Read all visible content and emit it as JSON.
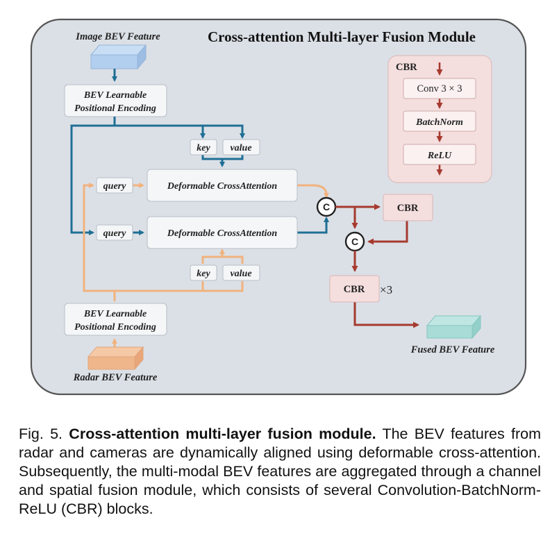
{
  "title": "Cross-attention Multi-layer Fusion Module",
  "image_bev_label": "Image BEV Feature",
  "radar_bev_label": "Radar BEV Feature",
  "fused_bev_label": "Fused BEV Feature",
  "pos_enc_top": [
    "BEV Learnable",
    "Positional Encoding"
  ],
  "pos_enc_bottom": [
    "BEV Learnable",
    "Positional Encoding"
  ],
  "upper_attention": {
    "query": "query",
    "block": "Deformable CrossAttention"
  },
  "lower_attention": {
    "query": "query",
    "block": "Deformable CrossAttention"
  },
  "top_kv": {
    "key": "key",
    "value": "value"
  },
  "bottom_kv": {
    "key": "key",
    "value": "value"
  },
  "concat_symbol": "C",
  "cbr_block": "CBR",
  "cbr_block_2": "CBR",
  "repeat_label": "×3",
  "cbr_detail": {
    "title": "CBR",
    "conv": "Conv 3 × 3",
    "batchnorm": "BatchNorm",
    "relu": "ReLU"
  },
  "colors": {
    "blue": "#1f6f95",
    "orange": "#f2b27d",
    "red": "#a63a2f",
    "panel": "#dbe0e6",
    "cbr_fill": "#f4dede"
  },
  "caption": {
    "label": "Fig. 5.",
    "bold": "Cross-attention multi-layer fusion module.",
    "text": "The BEV features from radar and cameras are dynamically aligned using deformable cross-attention. Subsequently, the multi-modal BEV features are aggregated through a channel and spatial fusion module, which consists of several Convolution-BatchNorm-ReLU (CBR) blocks."
  }
}
